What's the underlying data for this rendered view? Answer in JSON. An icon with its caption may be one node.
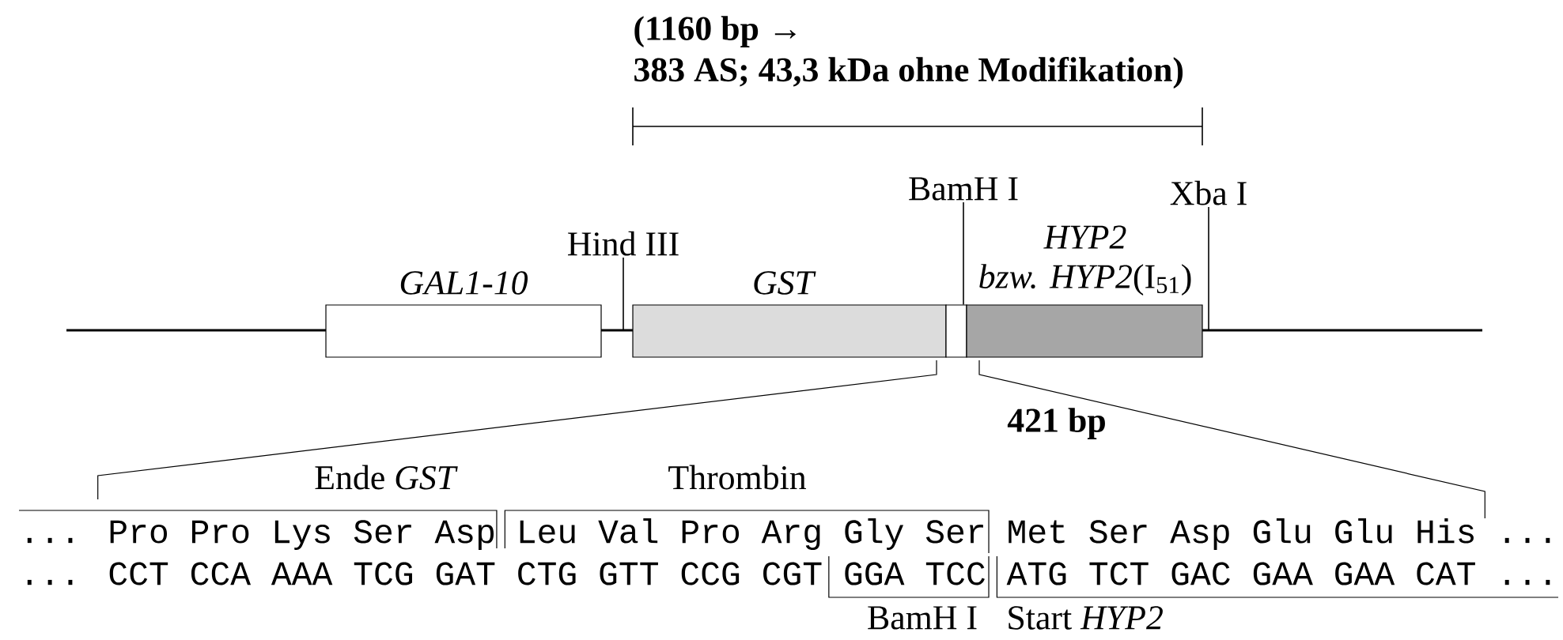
{
  "diagram": {
    "nodes": [
      {
        "text": [
          "BamH I"
        ]
      },
      {
        "text": [
          "Xba I"
        ]
      },
      {
        "text": [
          "Hind III"
        ]
      },
      {
        "text": [
          "GAL1-10"
        ]
      },
      {
        "text": [
          "GST"
        ]
      },
      {
        "text": [],
        "shape": "box"
      },
      {
        "text": [
          "HYP2",
          "*bzw. HYP2*(I$_{51}$)"
        ]
      }
    ],
    "edges": [
      {
        "from": 0,
        "to": 5,
        "arrow": "none"
      },
      {
        "from": 1,
        "to": 6,
        "arrow": "none"
      },
      {
        "from": 2,
        "to": 4,
        "arrow": "none"
      }
    ],
    "labels": [
      "(1160 bp →",
      "383 AS; 43,3 kDa ohne Modifikation)",
      "421 bp",
      "Ende *GST*",
      "Thrombin",
      "... Pro Pro Lys Ser Asp Leu Val Pro Arg Gly Ser Met Ser Asp Glu Glu His ...",
      "... CCT CCA AAA TCG GAT CTG GTT CCG CGT GGA TCC ATG TCT GAC GAA GAA CAT ...",
      "BamH I",
      "Start *HYP2*"
    ]
  }
}
